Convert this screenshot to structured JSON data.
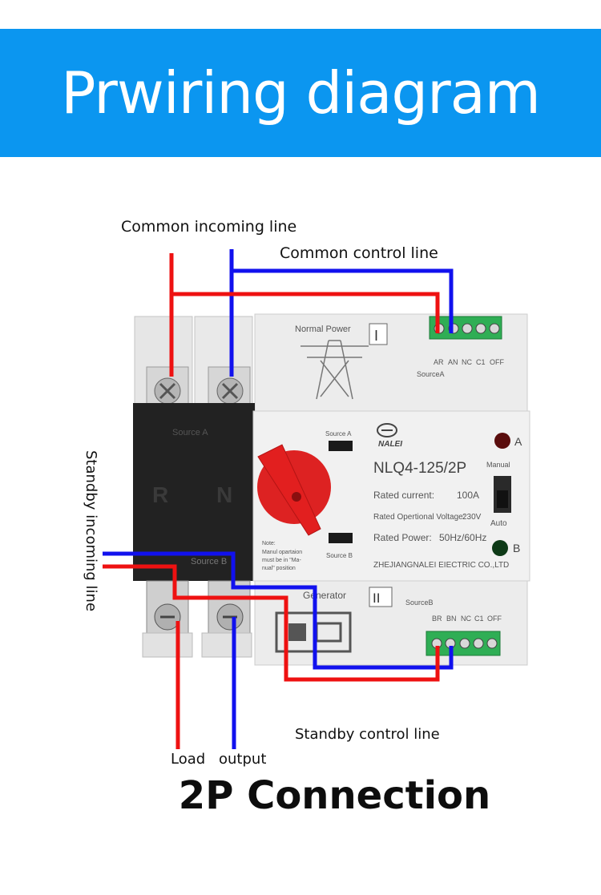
{
  "header": {
    "title": "Prwiring diagram",
    "bg_color": "#0b96f0"
  },
  "labels": {
    "common_incoming": "Common incoming line",
    "common_control": "Common control line",
    "standby_incoming": "Standby incoming line",
    "standby_control": "Standby  control  line",
    "load": "Load",
    "output": "output"
  },
  "device": {
    "source_a_handle": "Source A",
    "r_label": "R",
    "n_label": "N",
    "source_b_handle": "Source B",
    "normal_power": "Normal Power",
    "generator": "Generator",
    "roman_1": "I",
    "roman_2": "II",
    "source_a_tag": "SourceA",
    "source_b_tag": "SourceB",
    "terminals_a": [
      "AR",
      "AN",
      "NC",
      "C1",
      "OFF"
    ],
    "terminals_b": [
      "BR",
      "BN",
      "NC",
      "C1",
      "OFF"
    ],
    "brand": "NALEI",
    "model": "NLQ4-125/2P",
    "rated_current_label": "Rated current:",
    "rated_current_value": "100A",
    "rated_voltage_label": "Rated Opertional Voltage:",
    "rated_voltage_value": "230V",
    "rated_power_label": "Rated Power:",
    "rated_power_value": "50Hz/60Hz",
    "manufacturer": "ZHEJIANGNALEI EIECTRIC CO.,LTD",
    "win_source_a": "Source A",
    "win_source_b": "Source B",
    "note_1": "Note:",
    "note_2": "Manul opartaion",
    "note_3": "must be in \"Ma-",
    "note_4": "nual\" position",
    "indicator_a": "A",
    "indicator_b": "B",
    "manual": "Manual",
    "auto": "Auto"
  },
  "footer": {
    "title": "2P  Connection"
  },
  "colors": {
    "live_wire": "#ee1111",
    "neutral_wire": "#1111ee"
  }
}
